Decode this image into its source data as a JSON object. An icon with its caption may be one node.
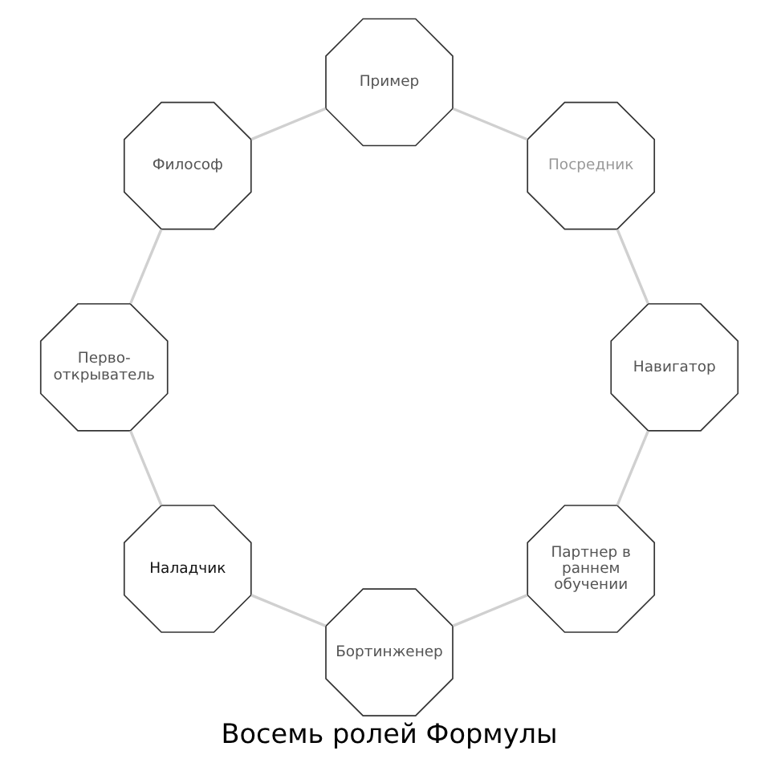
{
  "diagram": {
    "title": "Восемь ролей Формулы",
    "nodes": [
      {
        "text": [
          "Партнер в раннем обучении"
        ]
      },
      {
        "text": [
          "Бортинженер"
        ]
      },
      {
        "text": [
          "Наладчик"
        ]
      },
      {
        "text": [
          "Перво- открыватель"
        ]
      },
      {
        "text": [
          "Философ"
        ]
      },
      {
        "text": [
          "Пример"
        ]
      },
      {
        "text": [
          "Посредник"
        ]
      },
      {
        "text": [
          "Навигатор"
        ]
      }
    ],
    "edges": [
      {
        "from": 0,
        "to": 1,
        "arrow": "none"
      },
      {
        "from": 1,
        "to": 2,
        "arrow": "none"
      },
      {
        "from": 2,
        "to": 3,
        "arrow": "none"
      },
      {
        "from": 3,
        "to": 4,
        "arrow": "none"
      },
      {
        "from": 4,
        "to": 5,
        "arrow": "none"
      },
      {
        "from": 5,
        "to": 6,
        "arrow": "none"
      },
      {
        "from": 6,
        "to": 7,
        "arrow": "none"
      },
      {
        "from": 7,
        "to": 0,
        "arrow": "none"
      }
    ]
  }
}
